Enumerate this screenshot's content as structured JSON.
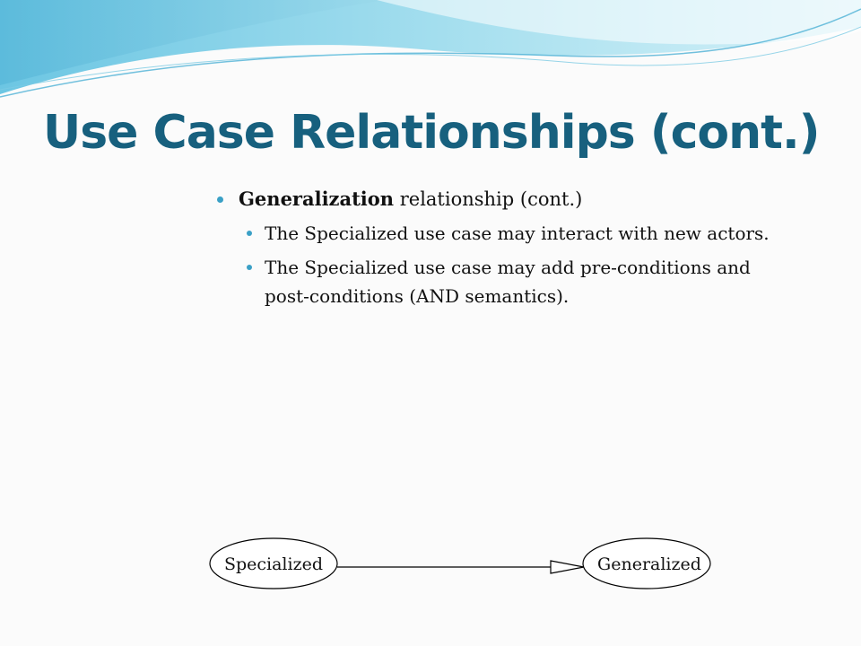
{
  "slide": {
    "title": "Use Case Relationships (cont.)",
    "bullet_main": {
      "bold_term": "Generalization",
      "rest_text": " relationship (cont.)"
    },
    "sub_bullets": [
      {
        "text": "The Specialized use case may interact with new actors."
      },
      {
        "text": "The Specialized use case may add pre-conditions and post-conditions (AND semantics)."
      }
    ],
    "diagram": {
      "source_label": "Specialized",
      "target_label": "Generalized"
    }
  },
  "colors": {
    "title": "#17607e",
    "bullet": "#3aa0c6",
    "wave_light": "#8fd6ec",
    "wave_dark": "#5cbcdc"
  }
}
